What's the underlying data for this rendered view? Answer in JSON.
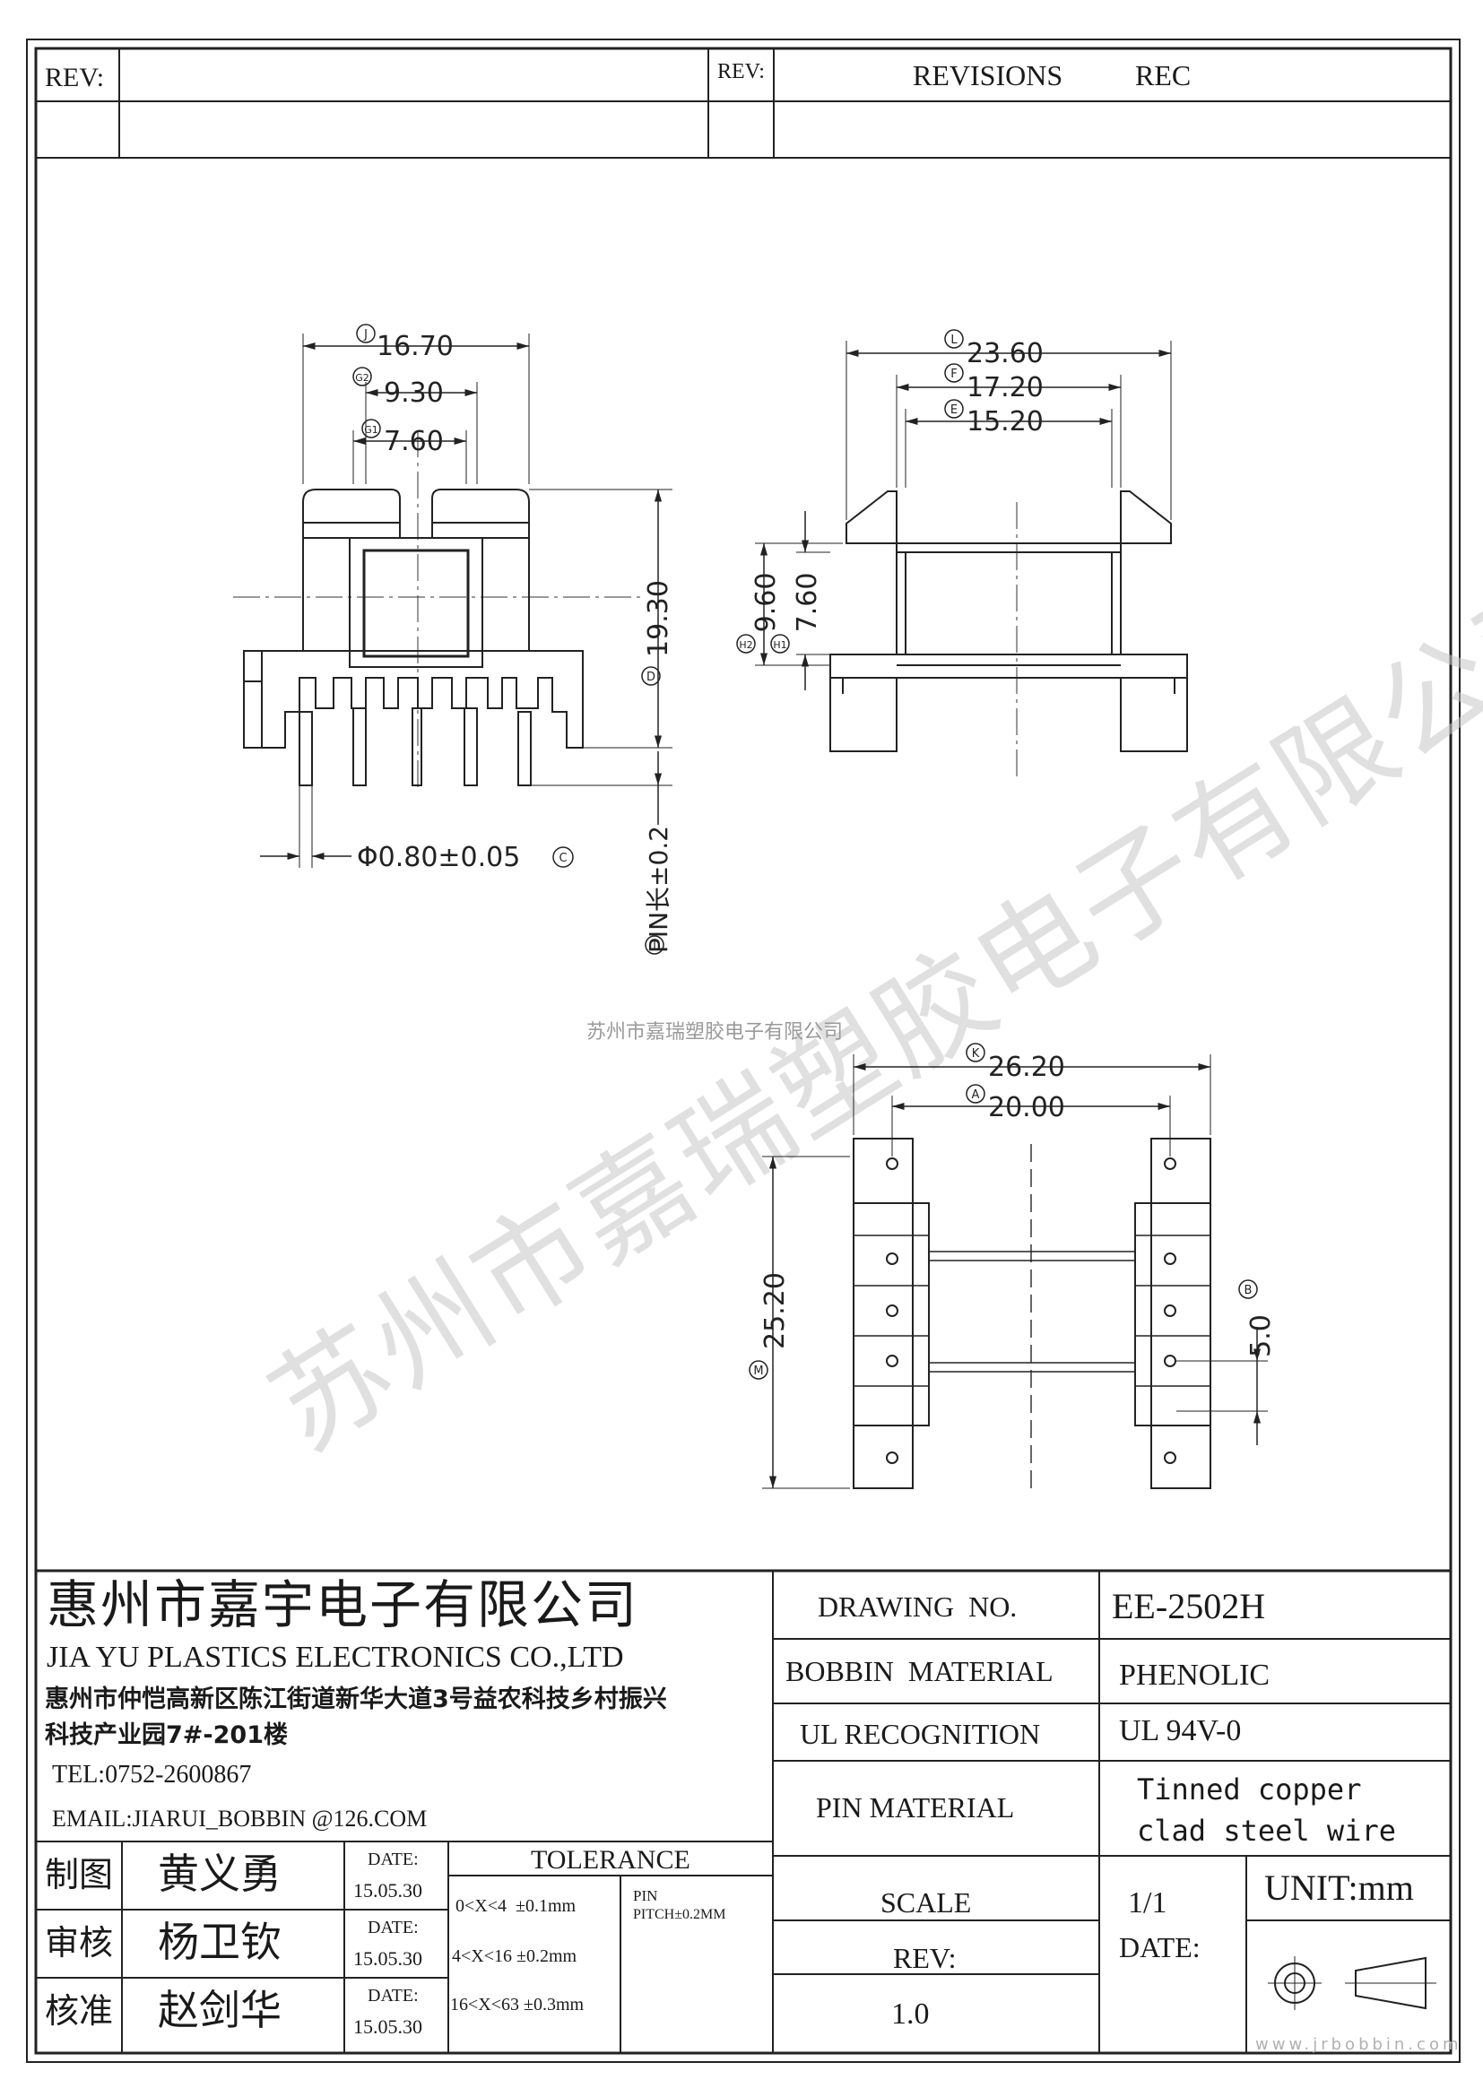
{
  "revision_block": {
    "rev_label_left": "REV:",
    "rev_label_right": "REV:",
    "revisions_label": "REVISIONS",
    "rec_label": "REC"
  },
  "dimensions": {
    "front": {
      "width_overall": "16.70",
      "width_overall_tag": "J",
      "width_mid": "9.30",
      "width_mid_tag": "G2",
      "width_inner": "7.60",
      "width_inner_tag": "G1",
      "height": "19.30",
      "height_tag": "D",
      "pin_diameter": "Φ0.80±0.05",
      "pin_diameter_tag": "C",
      "pin_length": "PIN长±0.2",
      "pin_length_tag": "I"
    },
    "side": {
      "width_overall": "23.60",
      "width_overall_tag": "L",
      "width_mid": "17.20",
      "width_mid_tag": "F",
      "width_inner": "15.20",
      "width_inner_tag": "E",
      "height_outer": "9.60",
      "height_outer_tag": "H2",
      "height_inner": "7.60",
      "height_inner_tag": "H1"
    },
    "bottom": {
      "width_overall": "26.20",
      "width_overall_tag": "K",
      "width_inner": "20.00",
      "width_inner_tag": "A",
      "length": "25.20",
      "length_tag": "M",
      "pitch": "5.0",
      "pitch_tag": "B"
    }
  },
  "watermark": {
    "caption": "苏州市嘉瑞塑胶电子有限公司",
    "diagonal": "苏州市嘉瑞塑胶电子有限公司",
    "site": "www.jrbobbin.com"
  },
  "title_block": {
    "company_cn": "惠州市嘉宇电子有限公司",
    "company_en": "JIA YU PLASTICS ELECTRONICS CO.,LTD",
    "address_line1": "惠州市仲恺高新区陈江街道新华大道3号益农科技乡村振兴",
    "address_line2": "科技产业园7#-201楼",
    "tel": "TEL:0752-2600867",
    "email": "EMAIL:JIARUI_BOBBIN @126.COM",
    "drawing_no_label": "DRAWING  NO.",
    "drawing_no": "EE-2502H",
    "bobbin_material_label": "BOBBIN  MATERIAL",
    "bobbin_material": "PHENOLIC",
    "ul_label": "UL RECOGNITION",
    "ul_value": "UL 94V-0",
    "pin_material_label": "PIN MATERIAL",
    "pin_material_line1": "Tinned copper",
    "pin_material_line2": "clad steel wire",
    "scale_label": "SCALE",
    "scale_value": "1/1",
    "unit": "UNIT:mm",
    "rev_label": "REV:",
    "rev_value": "1.0",
    "date_label": "DATE:",
    "tolerance_label": "TOLERANCE",
    "tolerance_rows": [
      "0<X<4  ±0.1mm",
      "4<X<16 ±0.2mm",
      "16<X<63 ±0.3mm"
    ],
    "pin_pitch_line1": "PIN",
    "pin_pitch_line2": "PITCH±0.2MM",
    "signoff": [
      {
        "role": "制图",
        "name": "黄义勇",
        "date_label": "DATE:",
        "date": "15.05.30"
      },
      {
        "role": "审核",
        "name": "杨卫钦",
        "date_label": "DATE:",
        "date": "15.05.30"
      },
      {
        "role": "核准",
        "name": "赵剑华",
        "date_label": "DATE:",
        "date": "15.05.30"
      }
    ]
  }
}
